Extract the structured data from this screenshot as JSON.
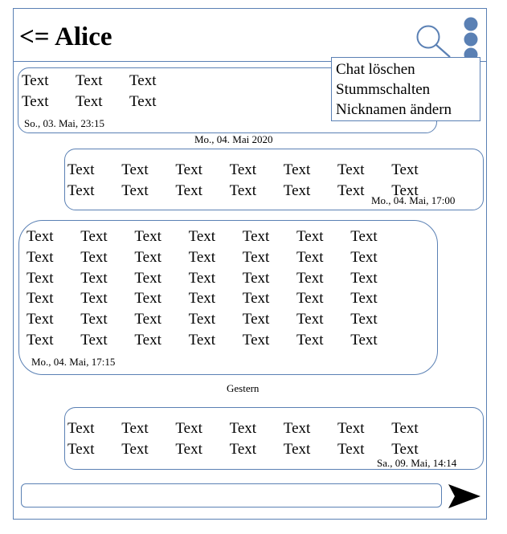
{
  "header": {
    "title": "<= Alice"
  },
  "menu": {
    "items": [
      "Chat löschen",
      "Stummschalten",
      "Nicknamen ändern"
    ]
  },
  "messages": [
    {
      "cell": "Text",
      "timestamp": "So., 03. Mai, 23:15"
    },
    {
      "cell": "Text",
      "timestamp": "Mo., 04. Mai, 17:00"
    },
    {
      "cell": "Text",
      "timestamp": "Mo., 04. Mai, 17:15"
    },
    {
      "cell": "Text",
      "timestamp": "Sa., 09. Mai, 14:14"
    }
  ],
  "date_separators": [
    "Mo., 04. Mai 2020",
    "Gestern"
  ],
  "composer": {
    "value": "",
    "placeholder": ""
  },
  "icons": {
    "search": "search-icon",
    "more": "more-vertical-icon",
    "send": "send-icon"
  },
  "colors": {
    "accent": "#5a80b4",
    "border": "#5a80b4"
  }
}
